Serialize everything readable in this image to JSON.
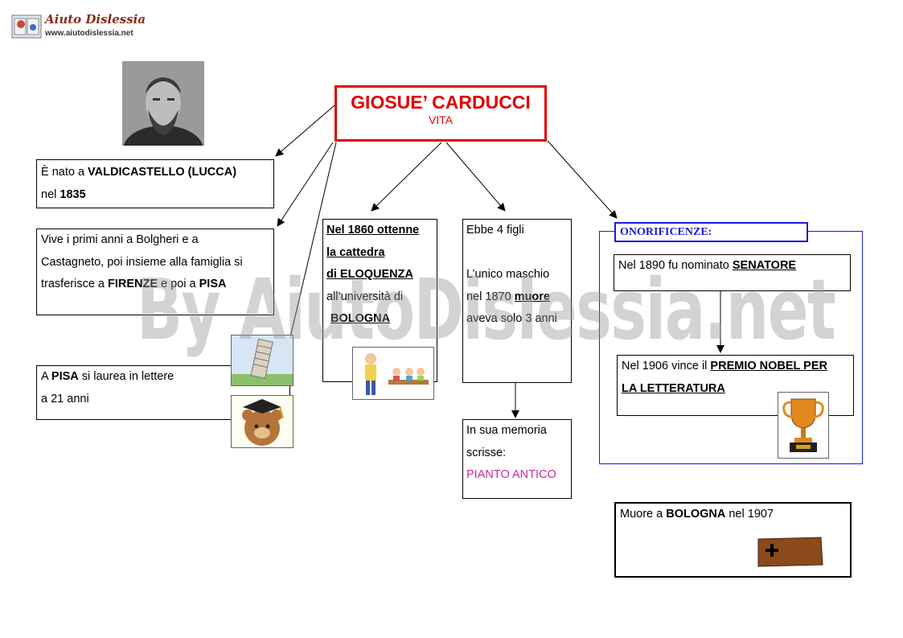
{
  "logo": {
    "title": "Aiuto Dislessia",
    "url": "www.aiutodislessia.net"
  },
  "watermark": "By AiutoDislessia.net",
  "center": {
    "title": "GIOSUE’ CARDUCCI",
    "subtitle": "VITA"
  },
  "birth": {
    "l1_pre": "È nato a ",
    "l1_bold": "VALDICASTELLO (LUCCA)",
    "l2_pre": "nel ",
    "l2_bold": "1835"
  },
  "early": {
    "l1": "Vive i primi anni a Bolgheri e a",
    "l2": "Castagneto, poi insieme alla famiglia si",
    "l3_pre": "trasferisce a ",
    "l3_b1": "FIRENZE",
    "l3_mid": " e poi a ",
    "l3_b2": "PISA"
  },
  "pisa": {
    "l1_pre": "A ",
    "l1_bold": "PISA",
    "l1_post": " si laurea in lettere",
    "l2": "a 21 anni"
  },
  "chair": {
    "l1": "Nel 1860 ottenne",
    "l2": "la cattedra",
    "l3": "di ELOQUENZA",
    "l4": "all’università di",
    "l5": "BOLOGNA"
  },
  "children": {
    "l1": "Ebbe 4 figli",
    "l2": "L’unico maschio",
    "l3_pre": "nel 1870 ",
    "l3_u": "muore",
    "l4": "aveva solo 3 anni"
  },
  "memory": {
    "l1": "In  sua memoria",
    "l2": "scrisse:",
    "l3": "PIANTO ANTICO"
  },
  "honors": {
    "header": "ONORIFICENZE:",
    "senator_pre": "Nel  1890 fu nominato ",
    "senator_u": "SENATORE",
    "nobel_pre": "Nel 1906 vince il ",
    "nobel_u1": "PREMIO NOBEL PER",
    "nobel_u2": "LA LETTERATURA"
  },
  "death": {
    "pre": "Muore a ",
    "bold": "BOLOGNA",
    "post": " nel 1907"
  },
  "colors": {
    "center_border": "#e00000",
    "title": "#e00000",
    "honors_blue": "#1a1ad6",
    "pianto": "#cc2a9a"
  }
}
